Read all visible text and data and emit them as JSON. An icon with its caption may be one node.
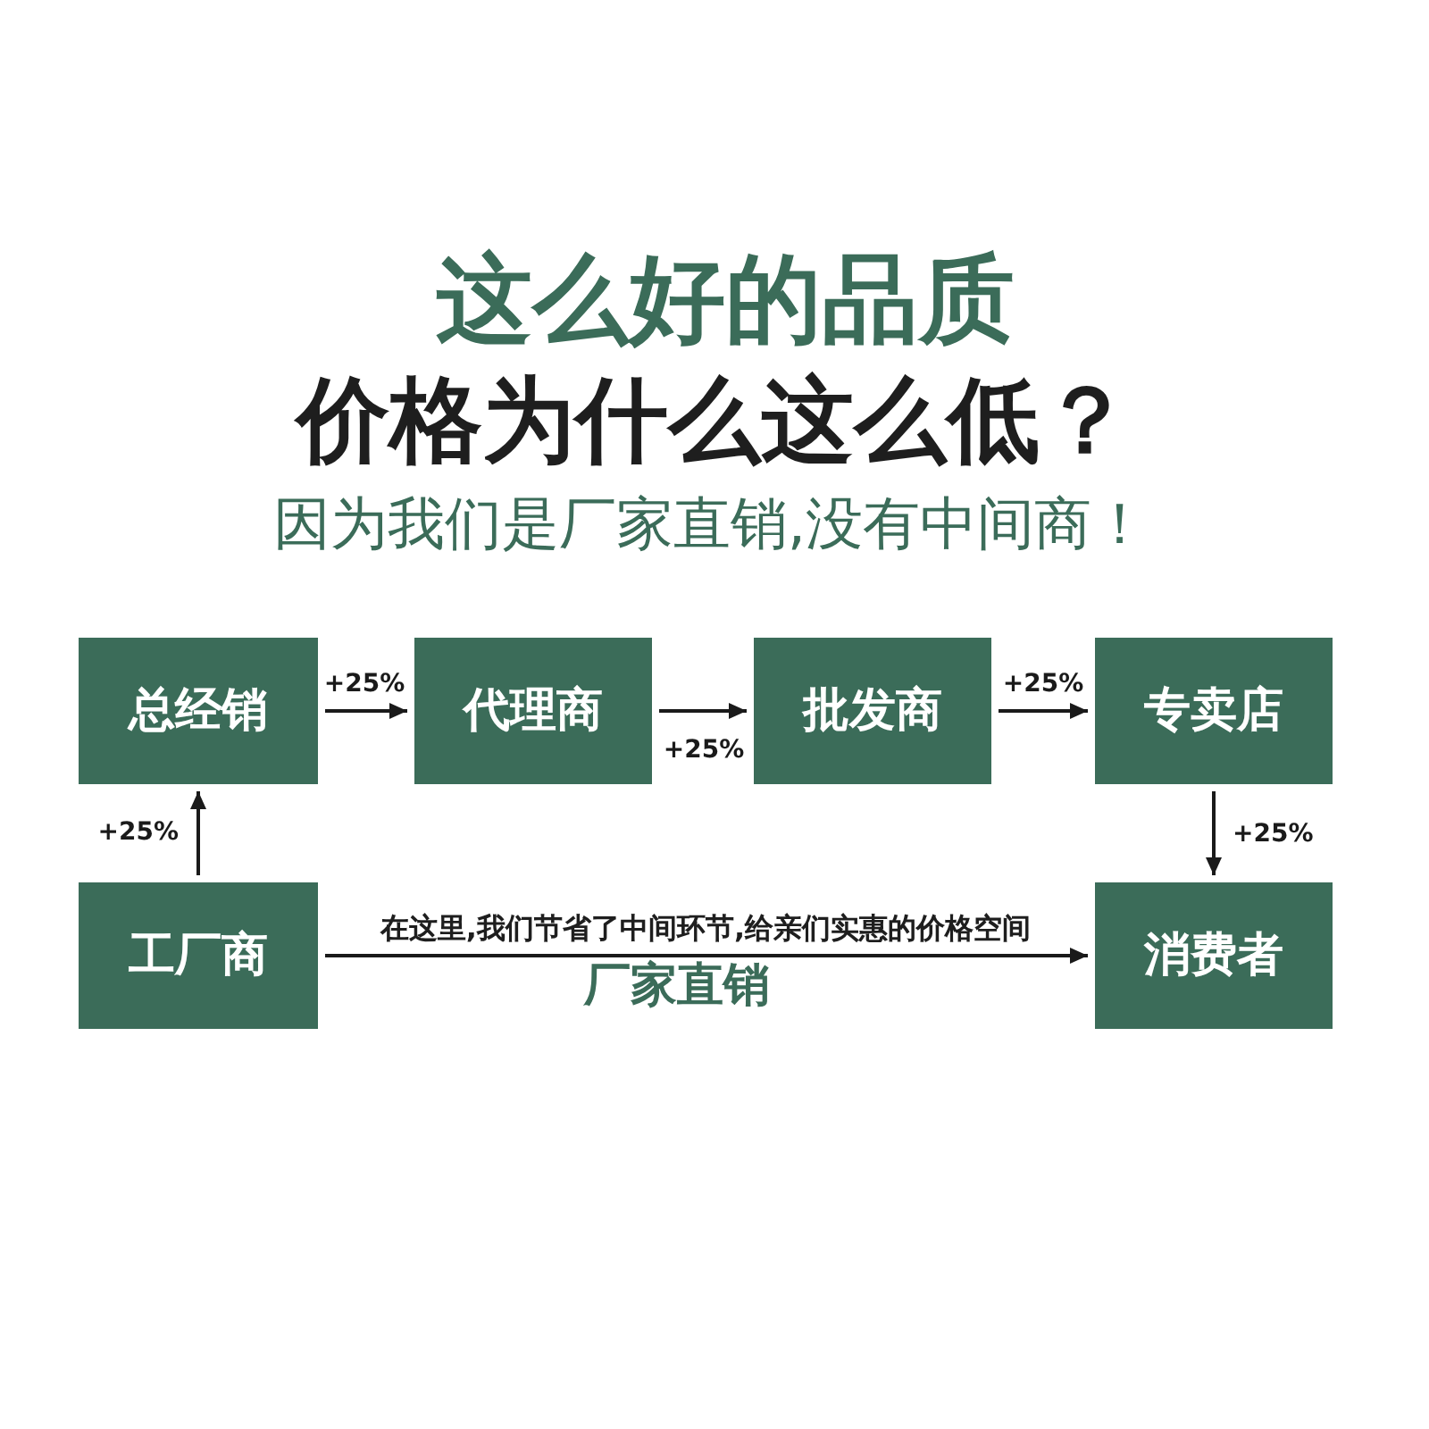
{
  "diagram": {
    "title": "这么好的品质",
    "nodes": [
      {
        "text": [
          "总经销"
        ]
      },
      {
        "text": [
          "代理商"
        ]
      },
      {
        "text": [
          "批发商"
        ]
      },
      {
        "text": [
          "专卖店"
        ]
      },
      {
        "text": [
          "工厂商"
        ]
      },
      {
        "text": [
          "消费者"
        ]
      }
    ],
    "edges": [
      {
        "from": 0,
        "to": 1,
        "arrow": "to",
        "label": "+25%"
      },
      {
        "from": 1,
        "to": 2,
        "arrow": "to",
        "label": "+25%"
      },
      {
        "from": 2,
        "to": 3,
        "arrow": "to",
        "label": "+25%"
      },
      {
        "from": 3,
        "to": 5,
        "arrow": "to",
        "label": "+25%"
      },
      {
        "from": 4,
        "to": 0,
        "arrow": "to",
        "label": "+25%"
      },
      {
        "from": 4,
        "to": 5,
        "arrow": "to",
        "label": "厂家直销"
      }
    ],
    "labels": [
      "价格为什么这么低？",
      "因为我们是厂家直销,没有中间商！",
      "在这里,我们节省了中间环节,给亲们实惠的价格空间"
    ]
  }
}
